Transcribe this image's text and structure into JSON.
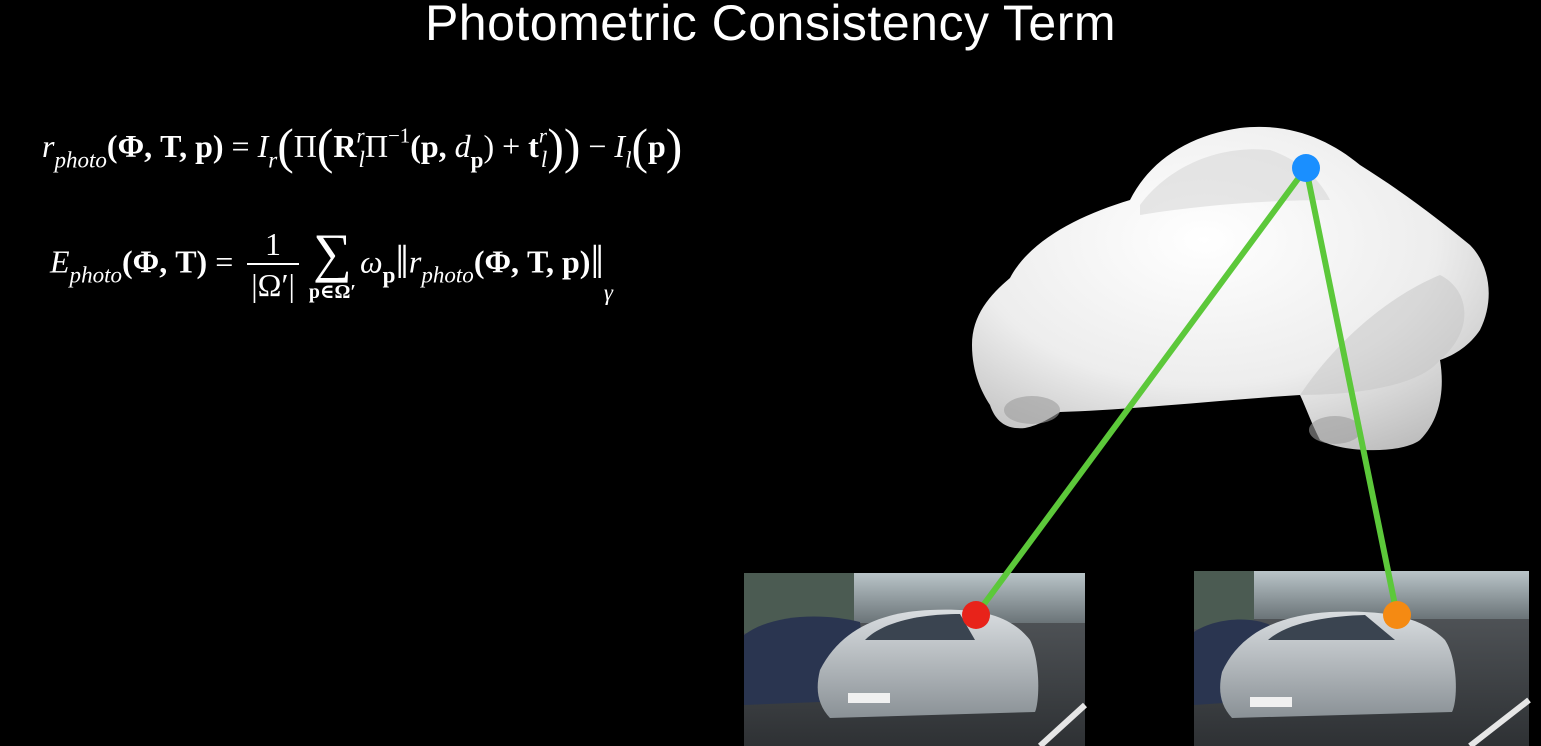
{
  "slide": {
    "title": "Photometric Consistency Term"
  },
  "equations": {
    "residual": {
      "r": "r",
      "r_sub": "photo",
      "args": "(Φ, T, p)",
      "eq": " = ",
      "I_r": "I",
      "I_r_sub": "r",
      "lp1": "(",
      "Pi": "Π",
      "lp2": "(",
      "R": "R",
      "R_sub": "l",
      "R_sup": "r",
      "Pi2": "Π",
      "inv": "−1",
      "arg_p": "(p, ",
      "d": "d",
      "d_sub": "p",
      "plus": ") + ",
      "t": "t",
      "t_sub": "l",
      "t_sup": "r",
      "rp2": ")",
      "rp1": ")",
      "minus": " − ",
      "I_l": "I",
      "I_l_sub": "l",
      "lp3": "(",
      "p": "p",
      "rp3": ")"
    },
    "energy": {
      "E": "E",
      "E_sub": "photo",
      "args": "(Φ, T)",
      "eq": " = ",
      "num": "1",
      "den": "|Ω′|",
      "sigma": "∑",
      "sum_lim": "p∈Ω′",
      "omega": "ω",
      "omega_sub": "p",
      "norm_l": "‖",
      "r": "r",
      "r_sub": "photo",
      "r_args": "(Φ, T, p)",
      "norm_r": "‖",
      "gamma": "γ"
    }
  },
  "colors": {
    "background": "#000000",
    "correspondence_line": "#5cc83a",
    "model_point": "#1a8fff",
    "left_image_point": "#e8231a",
    "right_image_point": "#f58a12"
  },
  "icons": {
    "model": "car-3d-shape",
    "left_view": "car-photo-left",
    "right_view": "car-photo-right"
  }
}
